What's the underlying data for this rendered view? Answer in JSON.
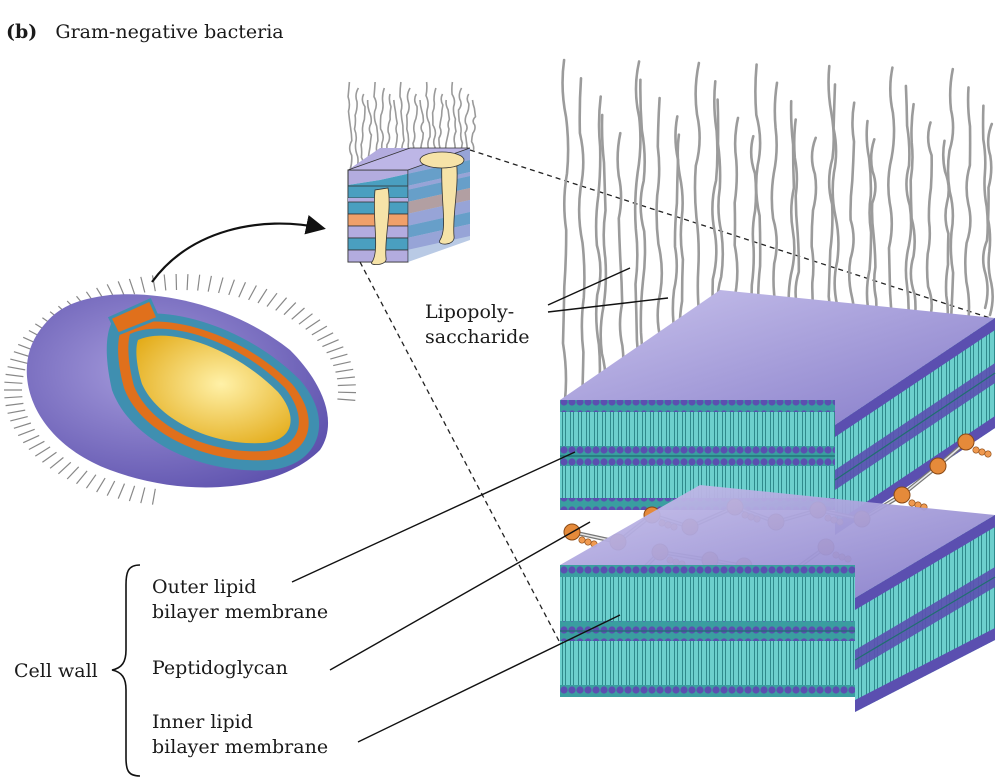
{
  "figure": {
    "panel_letter": "(b)",
    "title": "Gram-negative bacteria"
  },
  "labels": {
    "lps_line1": "Lipopoly-",
    "lps_line2": "saccharide",
    "outer_line1": "Outer lipid",
    "outer_line2": "bilayer membrane",
    "peptidoglycan": "Peptidoglycan",
    "inner_line1": "Inner lipid",
    "inner_line2": "bilayer membrane",
    "group": "Cell wall"
  },
  "colors": {
    "membrane_top": "#a9a2d8",
    "membrane_top_dark": "#7d74c2",
    "head_purple": "#5b4fb0",
    "tail_teal": "#5fc6c4",
    "crosslink_orange": "#e58a3a",
    "cell_body": "#7b6fc4",
    "cytoplasm_yellow": "#f4c430",
    "wall_orange": "#e0701c",
    "wall_blue": "#3f8fb0",
    "lps_gray": "#9a9a9a"
  }
}
